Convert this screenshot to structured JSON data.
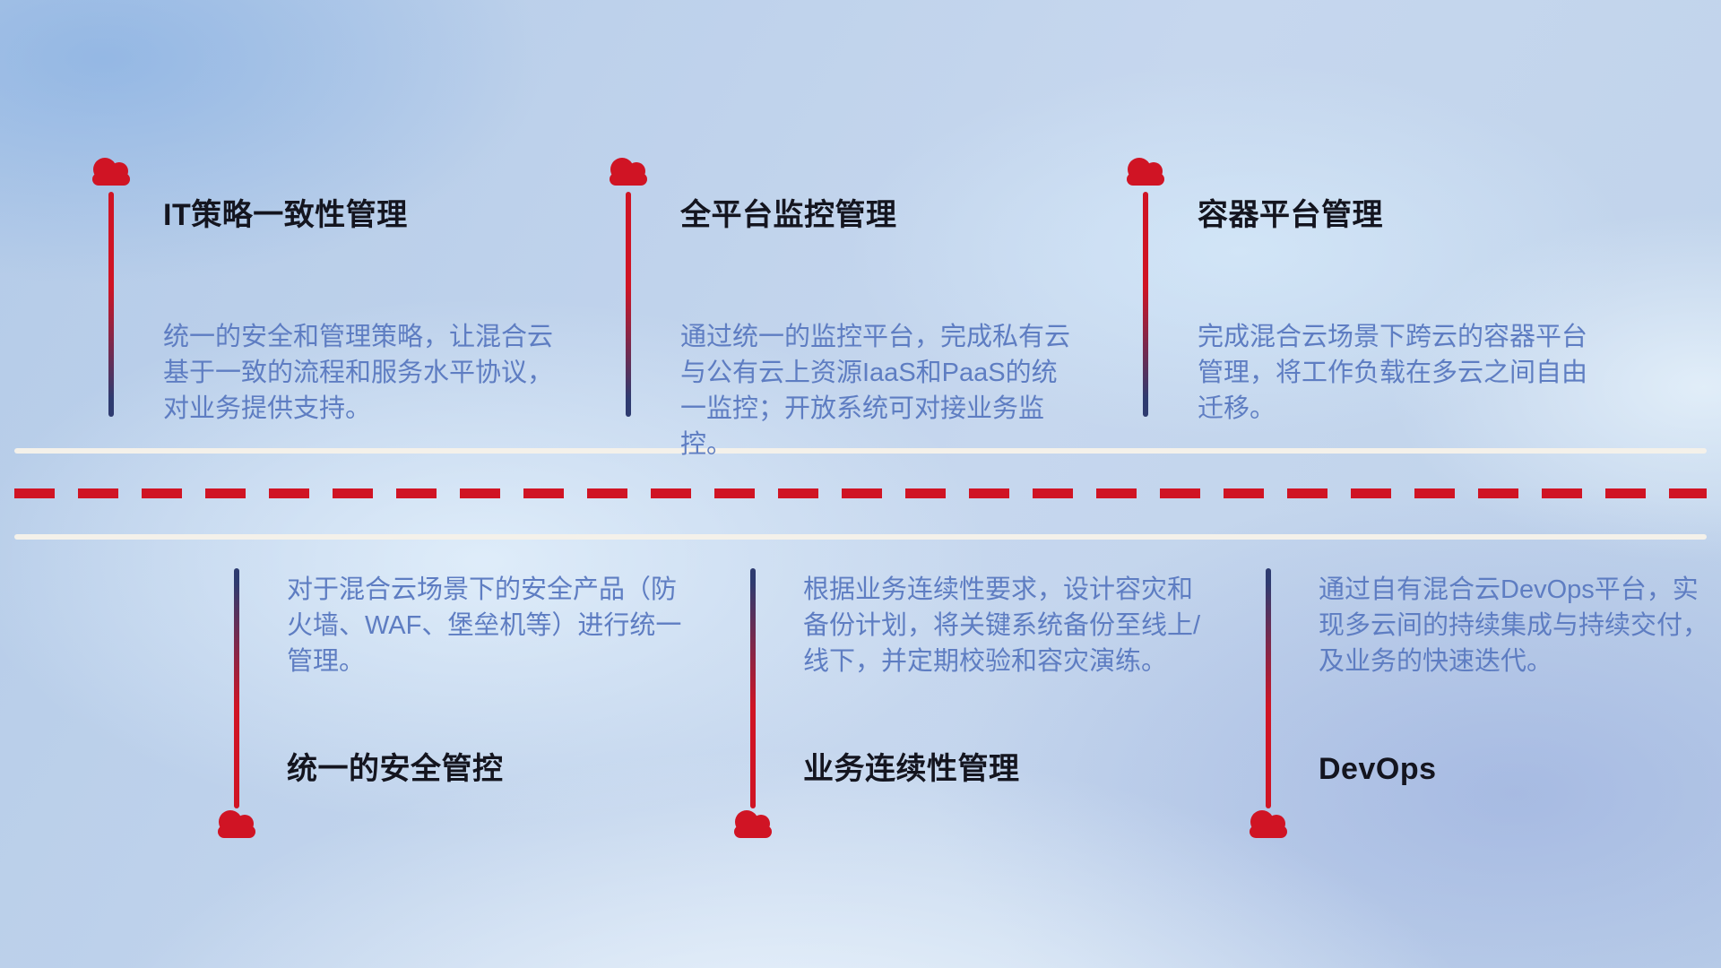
{
  "colors": {
    "accent_red": "#d01424",
    "line_navy": "#2e3b70",
    "title_text": "#14151f",
    "desc_text": "#5e7dc2",
    "road_white": "#f4f1ea"
  },
  "top_items": [
    {
      "icon": "cloud-icon",
      "title": "IT策略一致性管理",
      "description": "统一的安全和管理策略，让混合云基于一致的流程和服务水平协议，对业务提供支持。"
    },
    {
      "icon": "cloud-icon",
      "title": "全平台监控管理",
      "description": "通过统一的监控平台，完成私有云与公有云上资源IaaS和PaaS的统一监控；开放系统可对接业务监控。"
    },
    {
      "icon": "cloud-icon",
      "title": "容器平台管理",
      "description": "完成混合云场景下跨云的容器平台管理，将工作负载在多云之间自由迁移。"
    }
  ],
  "bottom_items": [
    {
      "icon": "cloud-icon",
      "title": "统一的安全管控",
      "description": "对于混合云场景下的安全产品（防火墙、WAF、堡垒机等）进行统一管理。"
    },
    {
      "icon": "cloud-icon",
      "title": "业务连续性管理",
      "description": "根据业务连续性要求，设计容灾和备份计划，将关键系统备份至线上/线下，并定期校验和容灾演练。"
    },
    {
      "icon": "cloud-icon",
      "title": "DevOps",
      "description": "通过自有混合云DevOps平台，实现多云间的持续集成与持续交付，及业务的快速迭代。"
    }
  ]
}
